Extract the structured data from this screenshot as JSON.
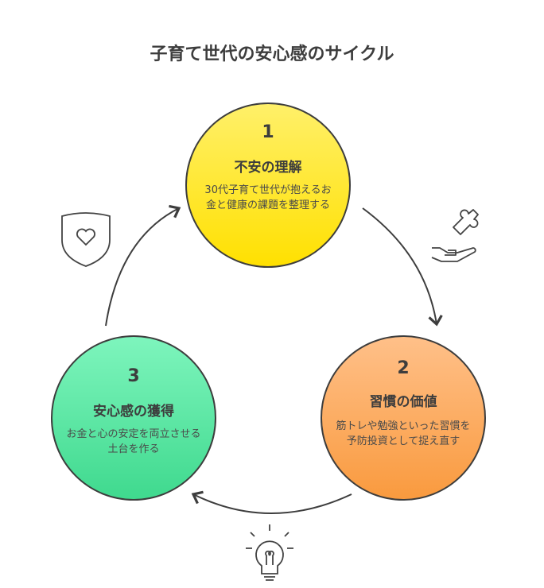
{
  "title": "子育て世代の安心感のサイクル",
  "steps": [
    {
      "number": "1",
      "heading": "不安の理解",
      "description": "30代子育て世代が抱えるお金と健康の課題を整理する",
      "color_top": "#fff06a",
      "color_bottom": "#ffe000"
    },
    {
      "number": "2",
      "heading": "習慣の価値",
      "description": "筋トレや勉強といった習慣を予防投資として捉え直す",
      "color_top": "#ffc089",
      "color_bottom": "#f99a3e"
    },
    {
      "number": "3",
      "heading": "安心感の獲得",
      "description": "お金と心の安定を両立させる土台を作る",
      "color_top": "#7ef5bd",
      "color_bottom": "#3fd98e"
    }
  ],
  "icons": [
    "puzzle-hand-icon",
    "lightbulb-icon",
    "shield-heart-icon"
  ]
}
